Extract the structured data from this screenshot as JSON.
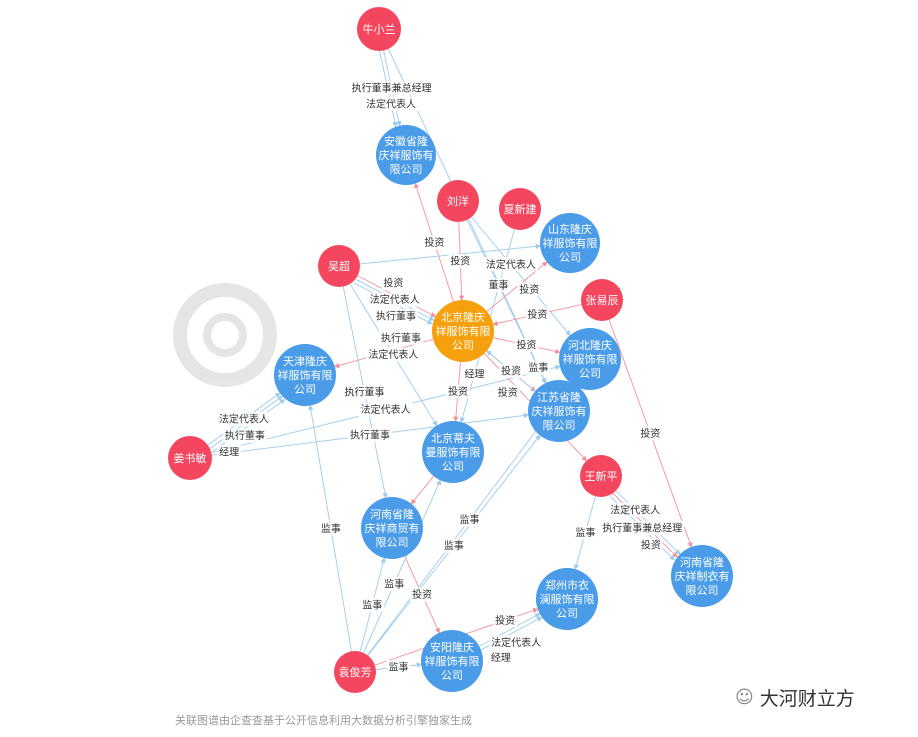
{
  "colors": {
    "person": "#f4475f",
    "company": "#4a9ce8",
    "center": "#f5a00c",
    "invest_edge": "#f5909d",
    "role_edge": "#9ccbf0"
  },
  "nodes": [
    {
      "id": "nxl",
      "label": [
        "牛小兰"
      ],
      "type": "person"
    },
    {
      "id": "ah",
      "label": [
        "安徽省隆",
        "庆祥服饰有",
        "限公司"
      ],
      "type": "company"
    },
    {
      "id": "ly",
      "label": [
        "刘洋"
      ],
      "type": "person"
    },
    {
      "id": "xxj",
      "label": [
        "夏新建"
      ],
      "type": "person"
    },
    {
      "id": "sd",
      "label": [
        "山东隆庆",
        "祥服饰有限",
        "公司"
      ],
      "type": "company"
    },
    {
      "id": "wc",
      "label": [
        "吴超"
      ],
      "type": "person"
    },
    {
      "id": "zyc",
      "label": [
        "张易辰"
      ],
      "type": "person"
    },
    {
      "id": "bj",
      "label": [
        "北京隆庆",
        "祥服饰有限",
        "公司"
      ],
      "type": "center"
    },
    {
      "id": "hb",
      "label": [
        "河北隆庆",
        "祥服饰有限",
        "公司"
      ],
      "type": "company"
    },
    {
      "id": "tj",
      "label": [
        "天津隆庆",
        "祥服饰有限",
        "公司"
      ],
      "type": "company"
    },
    {
      "id": "js",
      "label": [
        "江苏省隆",
        "庆祥服饰有",
        "限公司"
      ],
      "type": "company"
    },
    {
      "id": "jsm",
      "label": [
        "姜书敏"
      ],
      "type": "person"
    },
    {
      "id": "bjdf",
      "label": [
        "北京蒂夫",
        "曼服饰有限",
        "公司"
      ],
      "type": "company"
    },
    {
      "id": "wxp",
      "label": [
        "王新平"
      ],
      "type": "person"
    },
    {
      "id": "hnsm",
      "label": [
        "河南省隆",
        "庆祥商贸有",
        "限公司"
      ],
      "type": "company"
    },
    {
      "id": "hnzy",
      "label": [
        "河南省隆",
        "庆祥制衣有",
        "限公司"
      ],
      "type": "company"
    },
    {
      "id": "zz",
      "label": [
        "郑州市衣",
        "澜服饰有限",
        "公司"
      ],
      "type": "company"
    },
    {
      "id": "ay",
      "label": [
        "安阳隆庆",
        "祥服饰有限",
        "公司"
      ],
      "type": "company"
    },
    {
      "id": "yjf",
      "label": [
        "袁俊芳"
      ],
      "type": "person"
    }
  ],
  "edges": [
    {
      "from": "nxl",
      "to": "ah",
      "label": "执行董事兼总经理",
      "kind": "role"
    },
    {
      "from": "nxl",
      "to": "ah",
      "label": "法定代表人",
      "kind": "role"
    },
    {
      "from": "nxl",
      "to": "js",
      "label": "",
      "kind": "role"
    },
    {
      "from": "bj",
      "to": "ah",
      "label": "投资",
      "kind": "invest"
    },
    {
      "from": "ly",
      "to": "bj",
      "label": "投资",
      "kind": "invest"
    },
    {
      "from": "ly",
      "to": "js",
      "label": "董事",
      "kind": "role"
    },
    {
      "from": "ly",
      "to": "hb",
      "label": "法定代表人",
      "kind": "role"
    },
    {
      "from": "xxj",
      "to": "bjdf",
      "label": "经理",
      "kind": "role"
    },
    {
      "from": "bj",
      "to": "sd",
      "label": "投资",
      "kind": "invest"
    },
    {
      "from": "zyc",
      "to": "bj",
      "label": "投资",
      "kind": "invest"
    },
    {
      "from": "bj",
      "to": "hb",
      "label": "投资",
      "kind": "invest"
    },
    {
      "from": "bj",
      "to": "js",
      "label": "投资",
      "kind": "invest"
    },
    {
      "from": "bj",
      "to": "bjdf",
      "label": "投资",
      "kind": "invest"
    },
    {
      "from": "bj",
      "to": "tj",
      "label": "执行董事",
      "kind": "invest"
    },
    {
      "from": "js",
      "to": "bj",
      "label": "监事",
      "kind": "role"
    },
    {
      "from": "wc",
      "to": "bj",
      "label": "投资",
      "kind": "invest"
    },
    {
      "from": "wc",
      "to": "bj",
      "label": "法定代表人",
      "kind": "role"
    },
    {
      "from": "wc",
      "to": "bj",
      "label": "执行董事",
      "kind": "role"
    },
    {
      "from": "wc",
      "to": "bjdf",
      "label": "法定代表人",
      "kind": "role"
    },
    {
      "from": "wc",
      "to": "hnsm",
      "label": "执行董事",
      "kind": "role"
    },
    {
      "from": "wc",
      "to": "sd",
      "label": "",
      "kind": "role"
    },
    {
      "from": "jsm",
      "to": "tj",
      "label": "法定代表人",
      "kind": "role"
    },
    {
      "from": "jsm",
      "to": "tj",
      "label": "执行董事",
      "kind": "role"
    },
    {
      "from": "jsm",
      "to": "tj",
      "label": "经理",
      "kind": "role"
    },
    {
      "from": "jsm",
      "to": "hb",
      "label": "法定代表人",
      "kind": "role"
    },
    {
      "from": "jsm",
      "to": "js",
      "label": "执行董事",
      "kind": "role"
    },
    {
      "from": "wxp",
      "to": "hnzy",
      "label": "法定代表人",
      "kind": "role"
    },
    {
      "from": "wxp",
      "to": "hnzy",
      "label": "投资",
      "kind": "invest"
    },
    {
      "from": "wxp",
      "to": "hnzy",
      "label": "执行董事兼总经理",
      "kind": "role"
    },
    {
      "from": "wxp",
      "to": "zz",
      "label": "监事",
      "kind": "role"
    },
    {
      "from": "bj",
      "to": "wxp",
      "label": "投资",
      "kind": "invest"
    },
    {
      "from": "zyc",
      "to": "hnzy",
      "label": "投资",
      "kind": "invest"
    },
    {
      "from": "bjdf",
      "to": "hnsm",
      "label": "",
      "kind": "invest"
    },
    {
      "from": "hnsm",
      "to": "ay",
      "label": "投资",
      "kind": "invest"
    },
    {
      "from": "yjf",
      "to": "tj",
      "label": "监事",
      "kind": "role"
    },
    {
      "from": "yjf",
      "to": "hnsm",
      "label": "监事",
      "kind": "role"
    },
    {
      "from": "yjf",
      "to": "bjdf",
      "label": "监事",
      "kind": "role"
    },
    {
      "from": "yjf",
      "to": "js",
      "label": "监事",
      "kind": "role"
    },
    {
      "from": "yjf",
      "to": "hb",
      "label": "监事",
      "kind": "role"
    },
    {
      "from": "yjf",
      "to": "ay",
      "label": "监事",
      "kind": "role"
    },
    {
      "from": "yjf",
      "to": "zz",
      "label": "投资",
      "kind": "invest"
    },
    {
      "from": "ay",
      "to": "zz",
      "label": "经理",
      "kind": "role"
    },
    {
      "from": "ay",
      "to": "zz",
      "label": "法定代表人",
      "kind": "role"
    }
  ],
  "watermark": "企查查 qichacha.com",
  "footer": "关联图谱由企查查基于公开信息利用大数据分析引擎独家生成",
  "brand": "大河财立方"
}
